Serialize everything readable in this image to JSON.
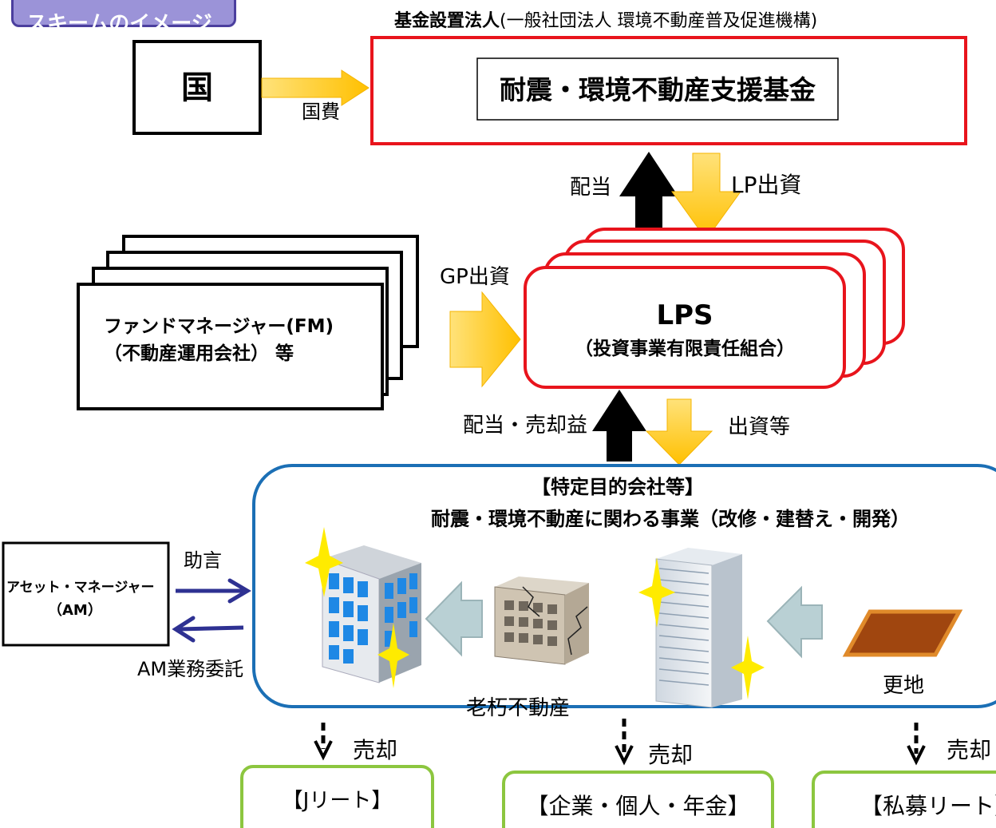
{
  "badge": {
    "label": "スキームのイメージ"
  },
  "country": {
    "label": "国",
    "arrow_label": "国費"
  },
  "foundation": {
    "header": "基金設置法人",
    "header_sub": "(一般社団法人 環境不動産普及促進機構)",
    "fund_name": "耐震・環境不動産支援基金"
  },
  "flows_top": {
    "dividend": "配当",
    "lp_investment": "LP出資"
  },
  "fm": {
    "line1": "ファンドマネージャー(FM)",
    "line2": "（不動産運用会社） 等",
    "gp_investment": "GP出資"
  },
  "lps": {
    "title": "LPS",
    "subtitle": "（投資事業有限責任組合）"
  },
  "flows_mid": {
    "dividend_gain": "配当・売却益",
    "investment_etc": "出資等"
  },
  "spc": {
    "title": "【特定目的会社等】",
    "subtitle": "耐震・環境不動産に関わる事業（改修・建替え・開発）",
    "aging_label": "老朽不動産",
    "vacant_land_label": "更地"
  },
  "am": {
    "line1": "アセット・マネージャー",
    "line2": "（AM）",
    "advice": "助言",
    "delegation": "AM業務委託"
  },
  "sales": {
    "label": "売却",
    "targets": [
      "【Jリート】",
      "【企業・個人・年金】",
      "【私募リート】"
    ]
  },
  "colors": {
    "red": "#e8141c",
    "blue": "#1b6fb5",
    "green": "#8cc63f",
    "yellow": "#ffc000",
    "navy": "#2e3192",
    "badge": "#9b93d8"
  }
}
